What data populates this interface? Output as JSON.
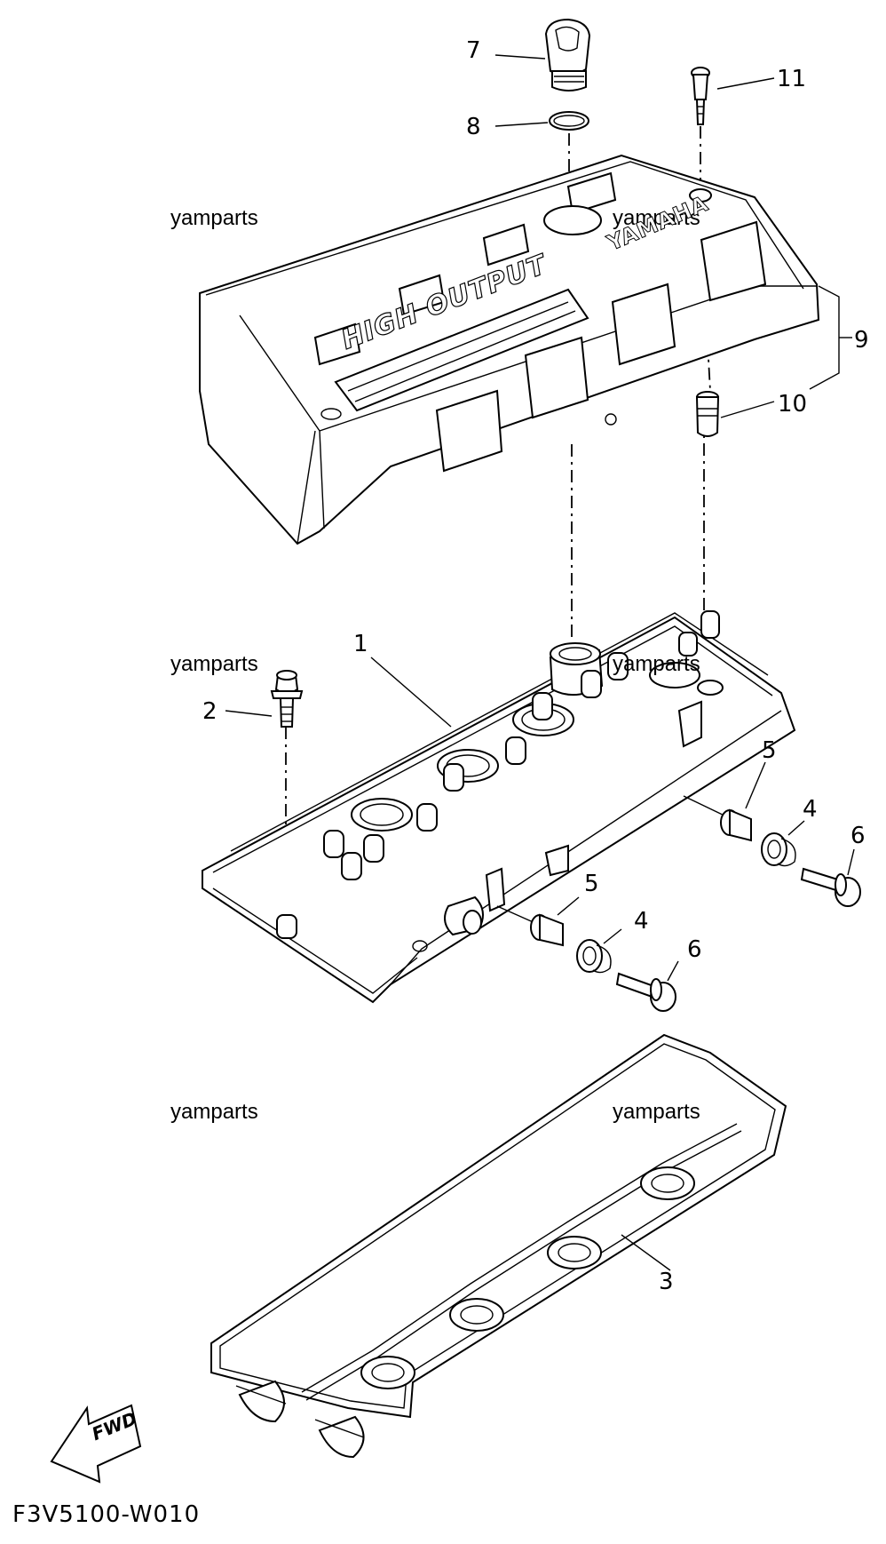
{
  "callouts": {
    "c7": "7",
    "c8": "8",
    "c11": "11",
    "c9": "9",
    "c10": "10",
    "c1": "1",
    "c2": "2",
    "c5a": "5",
    "c4a": "4",
    "c6a": "6",
    "c5b": "5",
    "c4b": "4",
    "c6b": "6",
    "c3": "3"
  },
  "watermarks": [
    "yamparts",
    "yamparts",
    "yamparts",
    "yamparts",
    "yamparts",
    "yamparts"
  ],
  "cover_text": {
    "badge": "HIGH OUTPUT",
    "brand": "YAMAHA"
  },
  "fwd_label": "FWD",
  "diagram_code": "F3V5100-W010"
}
